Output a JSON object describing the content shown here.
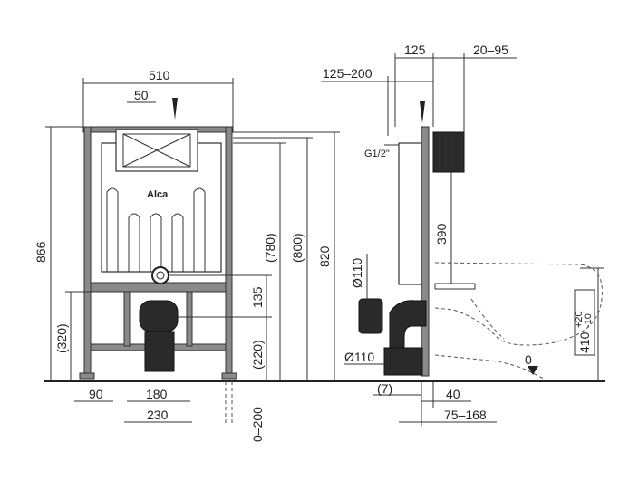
{
  "front_view": {
    "logo": "Alca",
    "dimensions": {
      "width_top": "510",
      "flush_offset": "50",
      "height_total": "866",
      "outlet_height": "(320)",
      "foot_spacing": "90",
      "outlet_width": "180",
      "base_width": "230",
      "tank_top": "(780)",
      "frame_top": "(800)",
      "overall": "820",
      "outlet_span": "135",
      "floor_to_outlet": "(220)",
      "adjust_range": "0–200"
    }
  },
  "side_view": {
    "dimensions": {
      "depth_top": "125",
      "wall_offset": "20–95",
      "projection": "125–200",
      "water_inlet": "G1/2\"",
      "pipe_upper": "Ø110",
      "pipe_lower": "Ø110",
      "bolt_height": "390",
      "gap": "(7)",
      "depth_base": "40",
      "range_base": "75–168",
      "floor_mark": "0",
      "bowl_height": "410",
      "bowl_tol_plus": "+20",
      "bowl_tol_minus": "-10"
    }
  }
}
